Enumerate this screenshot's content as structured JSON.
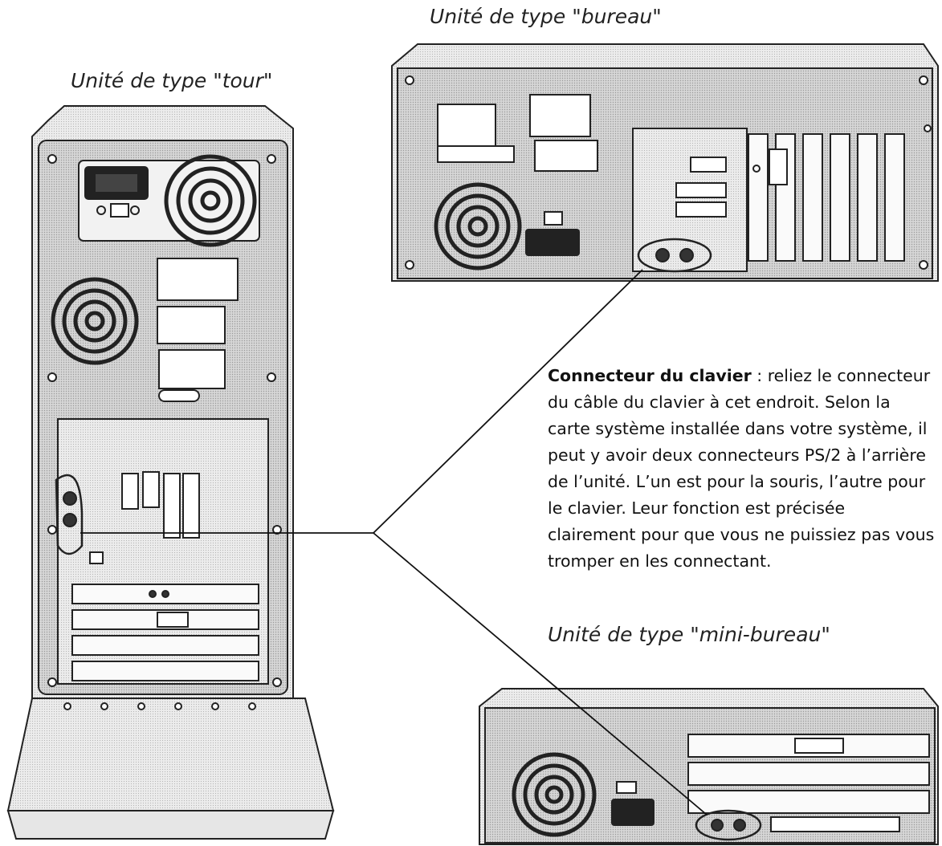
{
  "labels": {
    "tower": "Unité de type \"tour\"",
    "desktop": "Unité de type \"bureau\"",
    "mini": "Unité de type \"mini-bureau\""
  },
  "callout": {
    "term": "Connecteur du clavier",
    "text": " : reliez le connecteur du câble du clavier à cet endroit. Selon la carte système installée dans votre système, il peut y avoir deux connecteurs PS/2 à l’arrière de l’unité. L’un est pour la souris, l’autre pour le clavier. Leur fonction est précisée clairement pour que vous ne puissiez pas vous tromper en les connectant."
  },
  "icons": [
    "tower-unit-illustration",
    "desktop-unit-illustration",
    "mini-desktop-unit-illustration"
  ]
}
